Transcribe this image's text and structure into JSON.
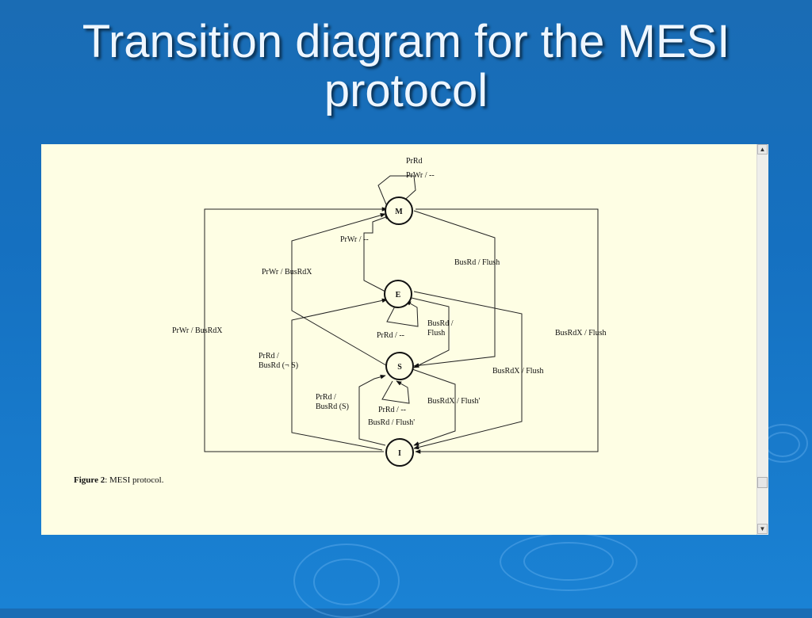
{
  "slide": {
    "title": "Transition diagram for the MESI protocol"
  },
  "diagram": {
    "states": {
      "m": "M",
      "e": "E",
      "s": "S",
      "i": "I"
    },
    "labels": {
      "m_self_prrd": "PrRd",
      "m_self_prwr": "PrWr / --",
      "e_to_m": "PrWr / --",
      "s_to_m": "PrWr / BusRdX",
      "i_to_m": "PrWr / BusRdX",
      "m_to_s": "BusRd / Flush",
      "m_to_i": "BusRdX / Flush",
      "e_self": "PrRd / --",
      "e_to_s_1": "BusRd /",
      "e_to_s_2": "Flush",
      "i_to_e_1": "PrRd /",
      "i_to_e_2": "BusRd (¬ S)",
      "e_to_i": "BusRdX / Flush",
      "i_to_s_1": "PrRd /",
      "i_to_s_2": "BusRd (S)",
      "s_self_prrd": "PrRd / --",
      "s_self_busrd": "BusRd / Flush'",
      "s_to_i": "BusRdX / Flush'"
    }
  },
  "caption": {
    "label": "Figure 2",
    "text": ": MESI protocol."
  },
  "scrollbar": {
    "up_glyph": "▲",
    "down_glyph": "▼"
  }
}
